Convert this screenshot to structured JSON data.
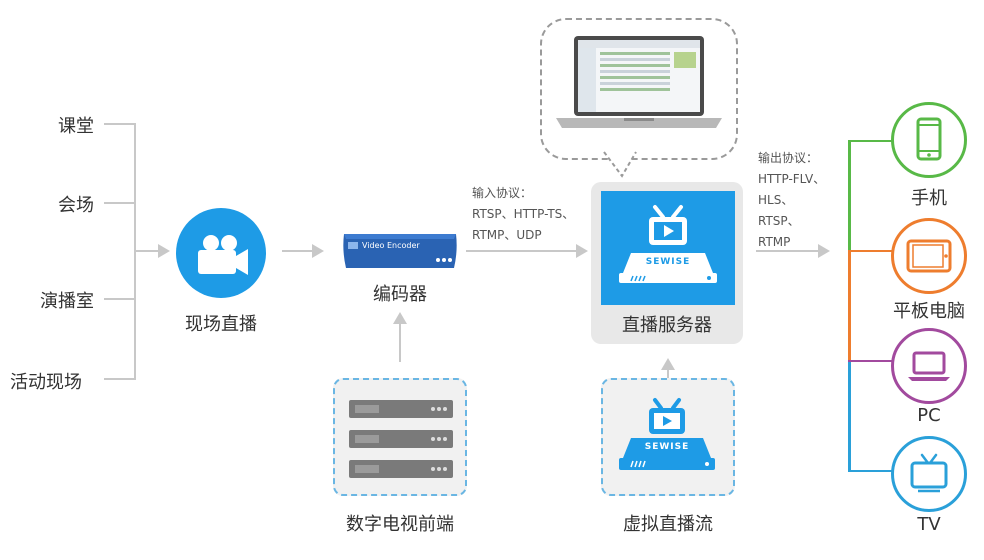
{
  "sources": [
    "课堂",
    "会场",
    "演播室",
    "活动现场"
  ],
  "nodes": {
    "live_capture": "现场直播",
    "encoder": "编码器",
    "encoder_brand": "Video Encoder",
    "server": "直播服务器",
    "server_brand": "SEWISE",
    "digital_tv": "数字电视前端",
    "virtual_stream": "虚拟直播流",
    "virtual_brand": "SEWISE"
  },
  "input_protocols": {
    "title": "输入协议：",
    "lines": [
      "RTSP、HTTP-TS、",
      "RTMP、UDP"
    ]
  },
  "output_protocols": {
    "title": "输出协议：",
    "lines": [
      "HTTP-FLV、",
      "HLS、",
      "RTSP、",
      "RTMP"
    ]
  },
  "outputs": [
    {
      "label": "手机",
      "icon": "phone-icon",
      "color": "#58b947"
    },
    {
      "label": "平板电脑",
      "icon": "tablet-icon",
      "color": "#ee7d2e"
    },
    {
      "label": "PC",
      "icon": "pc-icon",
      "color": "#a24a9e"
    },
    {
      "label": "TV",
      "icon": "tv-icon",
      "color": "#2aa0d9"
    }
  ],
  "colors": {
    "connector": "#c8c8c8",
    "brand_blue": "#1e9be6",
    "encoder_blue": "#2a63b3",
    "dash_blue": "#6ab6e3",
    "panel_gray": "#e8e8e8"
  }
}
